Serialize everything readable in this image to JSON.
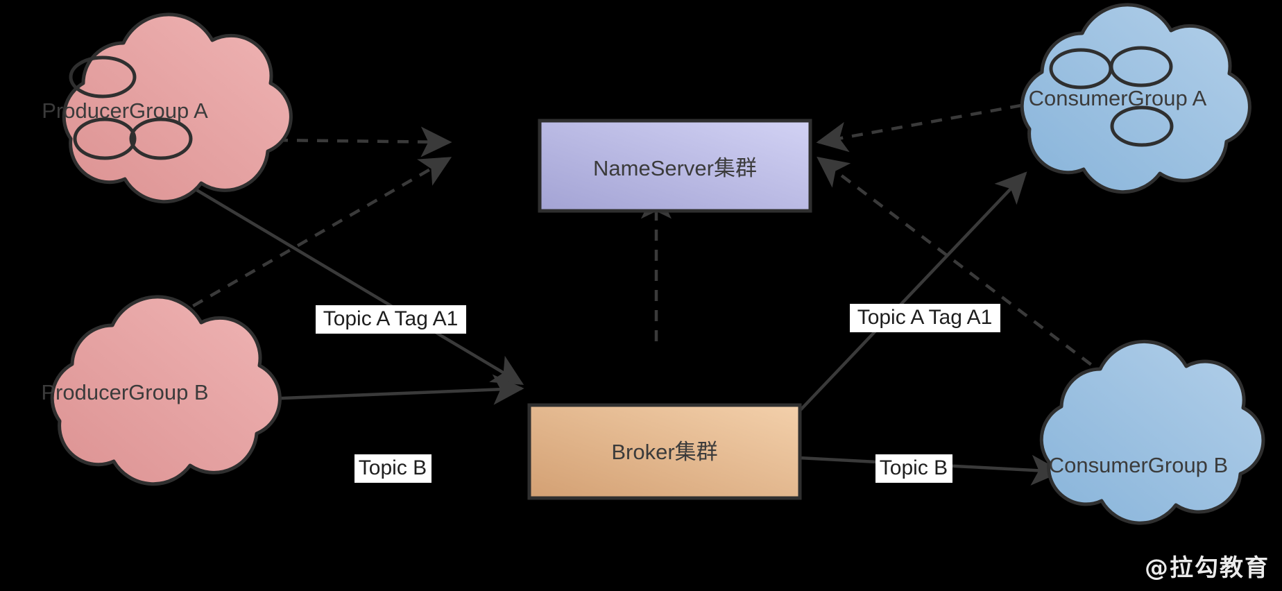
{
  "diagram": {
    "title": "RocketMQ Producer / NameServer / Broker / Consumer topology",
    "background": "#000000",
    "colors": {
      "producer_cloud_fill": "#e09a9a",
      "producer_cloud_fill_light": "#eeb0b0",
      "consumer_cloud_fill": "#8fb8dc",
      "consumer_cloud_fill_light": "#aecbe6",
      "nameserver_fill": "#a9a9d8",
      "nameserver_fill_light": "#ccccf0",
      "broker_fill": "#d9a87c",
      "broker_fill_light": "#f0cba6",
      "stroke": "#2f2f2f",
      "edge": "#3a3a3a",
      "label_bg": "#ffffff",
      "label_text": "#1e1e1e",
      "node_text": "#3b3b3b"
    },
    "nodes": [
      {
        "id": "producer-group-a",
        "type": "cloud",
        "label": "ProducerGroup A",
        "color": "producer",
        "ellipses": 3
      },
      {
        "id": "producer-group-b",
        "type": "cloud",
        "label": "ProducerGroup B",
        "color": "producer",
        "ellipses": 0
      },
      {
        "id": "nameserver-cluster",
        "type": "box",
        "label": "NameServer集群",
        "color": "nameserver"
      },
      {
        "id": "broker-cluster",
        "type": "box",
        "label": "Broker集群",
        "color": "broker"
      },
      {
        "id": "consumer-group-a",
        "type": "cloud",
        "label": "ConsumerGroup A",
        "color": "consumer",
        "ellipses": 3
      },
      {
        "id": "consumer-group-b",
        "type": "cloud",
        "label": "ConsumerGroup B",
        "color": "consumer",
        "ellipses": 0
      }
    ],
    "edges": [
      {
        "id": "edge-pa-ns",
        "from": "producer-group-a",
        "to": "nameserver-cluster",
        "style": "dashed",
        "label": ""
      },
      {
        "id": "edge-pb-ns",
        "from": "producer-group-b",
        "to": "nameserver-cluster",
        "style": "dashed",
        "label": ""
      },
      {
        "id": "edge-pa-broker",
        "from": "producer-group-a",
        "to": "broker-cluster",
        "style": "solid",
        "label": "Topic A Tag A1"
      },
      {
        "id": "edge-pb-broker",
        "from": "producer-group-b",
        "to": "broker-cluster",
        "style": "solid",
        "label": "Topic B"
      },
      {
        "id": "edge-broker-ns",
        "from": "broker-cluster",
        "to": "nameserver-cluster",
        "style": "dashed",
        "label": ""
      },
      {
        "id": "edge-ca-ns",
        "from": "consumer-group-a",
        "to": "nameserver-cluster",
        "style": "dashed",
        "label": ""
      },
      {
        "id": "edge-cb-ns",
        "from": "consumer-group-b",
        "to": "nameserver-cluster",
        "style": "dashed",
        "label": ""
      },
      {
        "id": "edge-broker-ca",
        "from": "broker-cluster",
        "to": "consumer-group-a",
        "style": "solid",
        "label": "Topic A Tag A1"
      },
      {
        "id": "edge-broker-cb",
        "from": "broker-cluster",
        "to": "consumer-group-b",
        "style": "solid",
        "label": "Topic B"
      }
    ],
    "edge_labels": [
      {
        "id": "label-topic-a-left",
        "text": "Topic A Tag A1"
      },
      {
        "id": "label-topic-a-right",
        "text": "Topic A Tag A1"
      },
      {
        "id": "label-topic-b-left",
        "text": "Topic B"
      },
      {
        "id": "label-topic-b-right",
        "text": "Topic B"
      }
    ],
    "watermark": "@拉勾教育"
  }
}
